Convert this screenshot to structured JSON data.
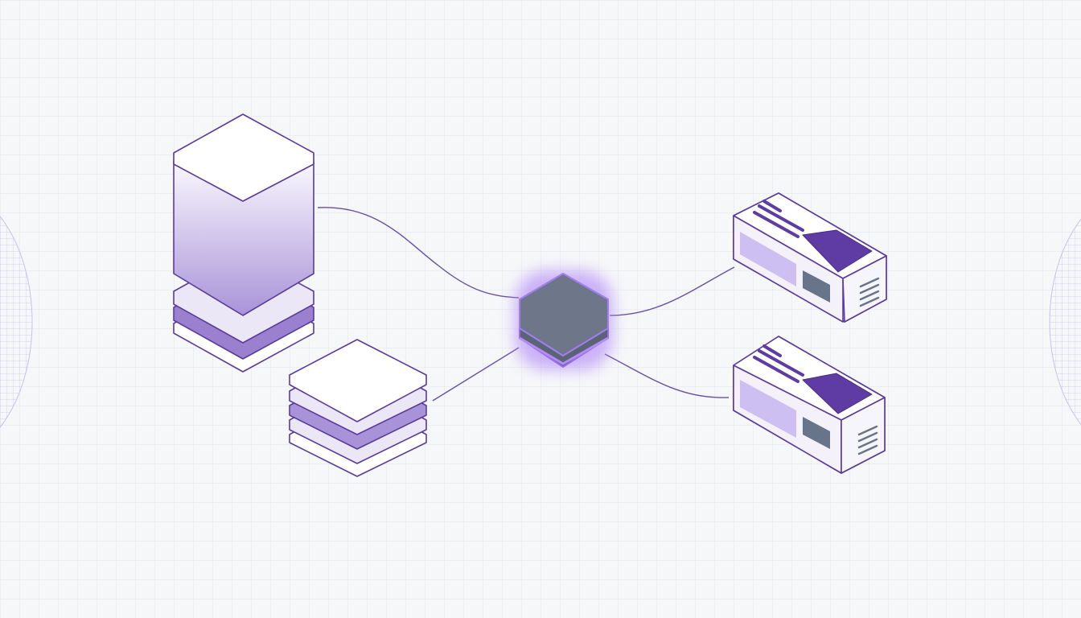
{
  "colors": {
    "background": "#f6f7f9",
    "grid": "#e4e6ee",
    "outline": "#5b3a9e",
    "connector": "#6a4fa8",
    "lavender_light": "#ece7f7",
    "lavender_mid": "#c8b9e8",
    "lavender_deep": "#a48bd6",
    "purple_solid": "#5e3ca3",
    "hub_slate": "#6d7789",
    "hub_glow": "#b48cf5",
    "slate_block": "#68748a",
    "white": "#ffffff"
  },
  "nodes": [
    {
      "id": "tall-storage",
      "icon": "database-tower-icon"
    },
    {
      "id": "layer-stack",
      "icon": "layer-stack-icon"
    },
    {
      "id": "central-hub",
      "icon": "hub-node-icon"
    },
    {
      "id": "server-top",
      "icon": "server-unit-icon"
    },
    {
      "id": "server-bottom",
      "icon": "server-unit-icon"
    }
  ],
  "edges": [
    {
      "from": "tall-storage",
      "to": "central-hub"
    },
    {
      "from": "layer-stack",
      "to": "central-hub"
    },
    {
      "from": "central-hub",
      "to": "server-top"
    },
    {
      "from": "central-hub",
      "to": "server-bottom"
    }
  ]
}
